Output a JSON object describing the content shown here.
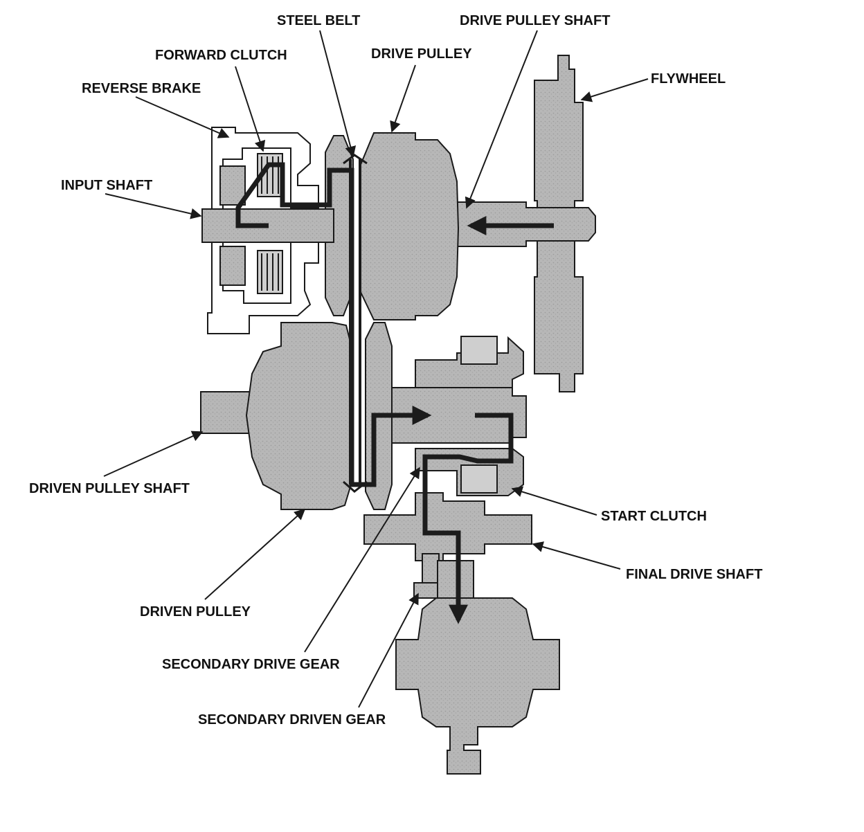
{
  "labels": {
    "steel_belt": "STEEL BELT",
    "drive_pulley_shaft": "DRIVE PULLEY SHAFT",
    "forward_clutch": "FORWARD CLUTCH",
    "drive_pulley": "DRIVE PULLEY",
    "flywheel": "FLYWHEEL",
    "reverse_brake": "REVERSE BRAKE",
    "input_shaft": "INPUT SHAFT",
    "driven_pulley_shaft": "DRIVEN PULLEY SHAFT",
    "start_clutch": "START CLUTCH",
    "final_drive_shaft": "FINAL DRIVE SHAFT",
    "driven_pulley": "DRIVEN PULLEY",
    "secondary_drive_gear": "SECONDARY DRIVE GEAR",
    "secondary_driven_gear": "SECONDARY DRIVEN GEAR"
  },
  "colors": {
    "part_fill": "#b4b4b4",
    "outline": "#1a1a1a",
    "power_flow": "#1c1c1c",
    "text": "#111111"
  }
}
